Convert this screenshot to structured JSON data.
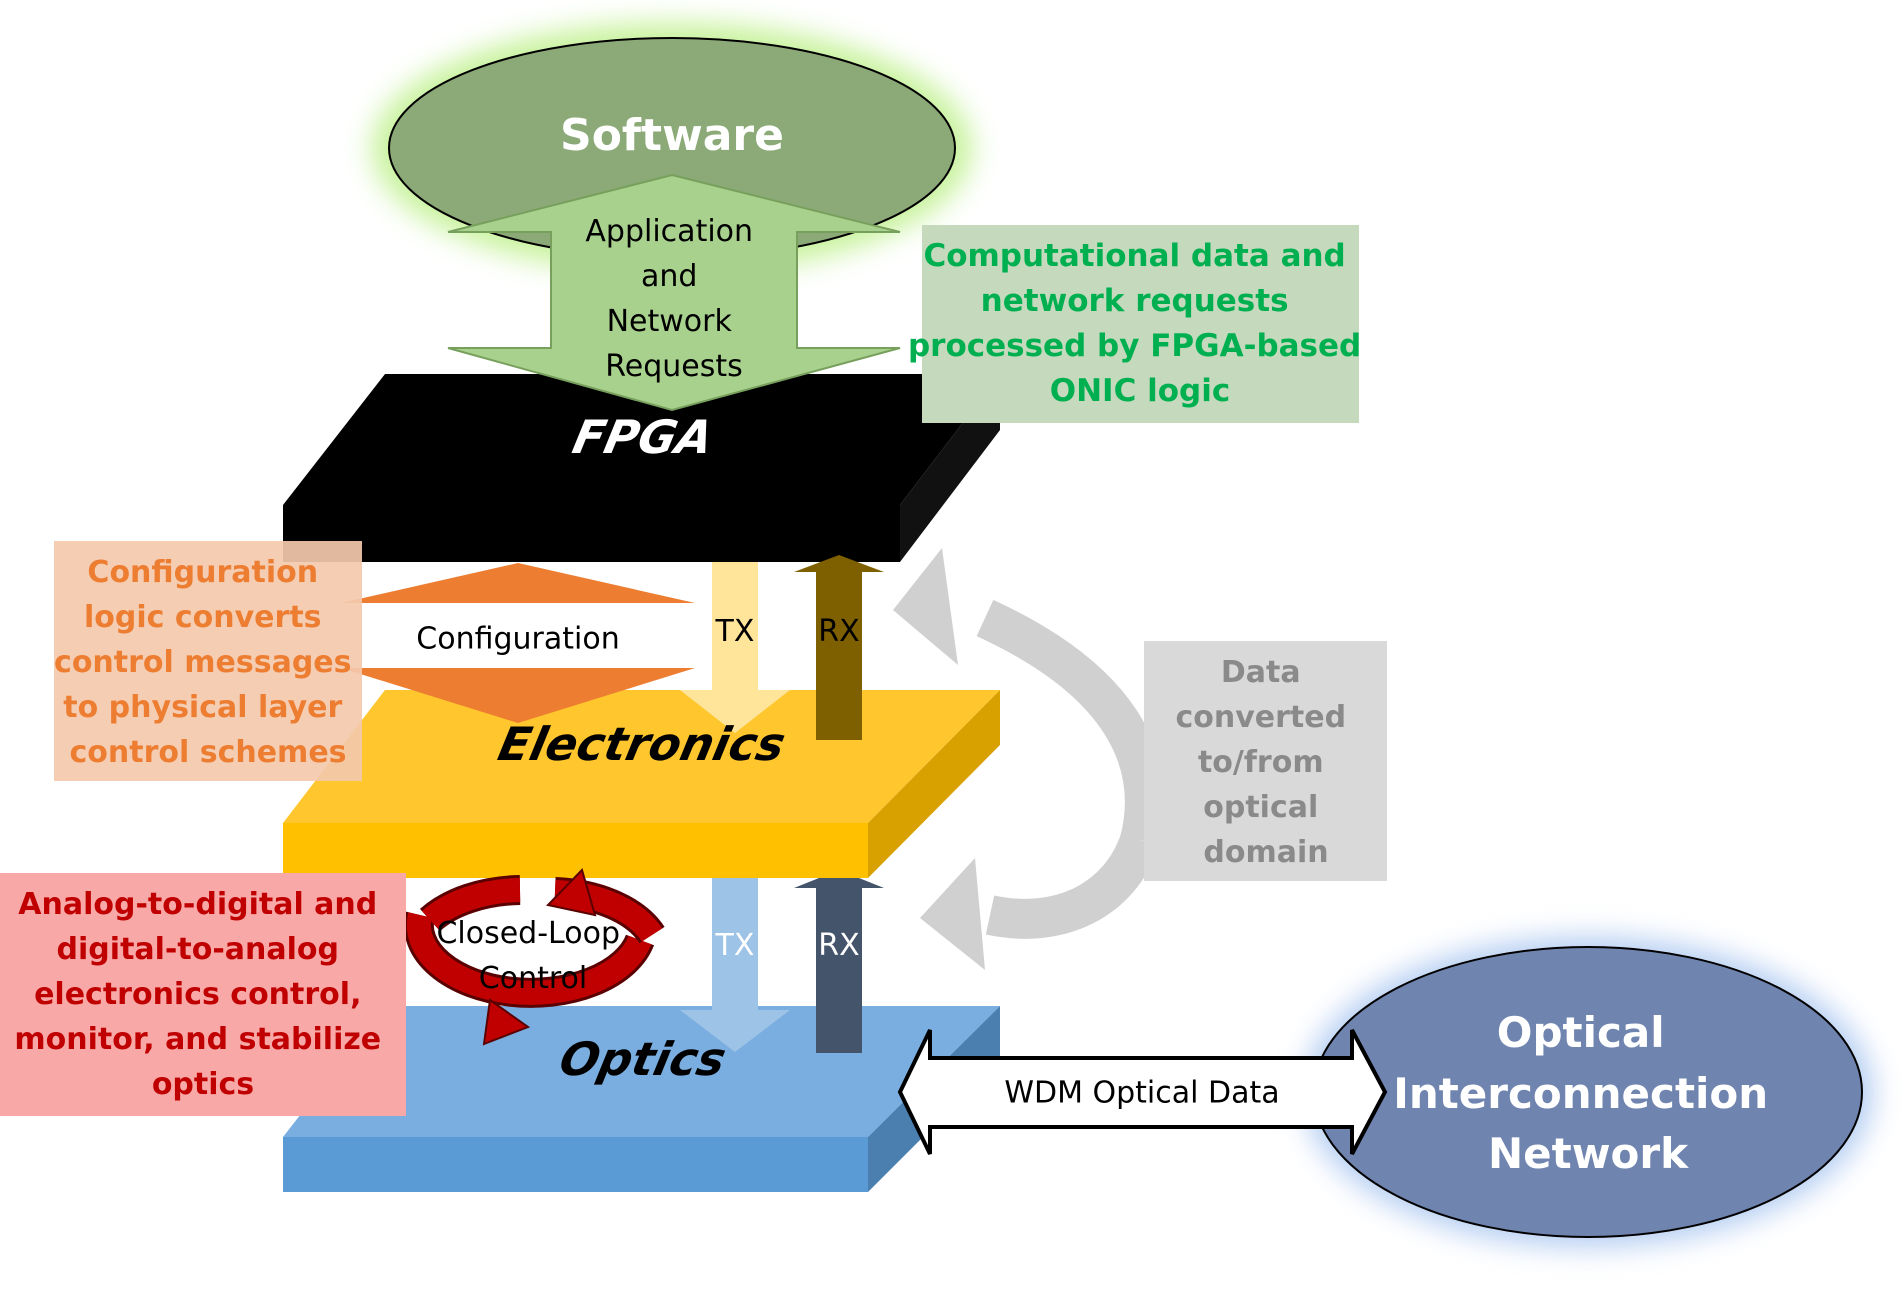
{
  "software": {
    "label": "Software"
  },
  "app_requests": {
    "lines": [
      "Application",
      "and",
      "Network",
      "Requests"
    ]
  },
  "fpga": {
    "label": "FPGA"
  },
  "electronics": {
    "label": "Electronics"
  },
  "optics": {
    "label": "Optics"
  },
  "configuration": {
    "label": "Configuration"
  },
  "tx_upper": {
    "label": "TX"
  },
  "rx_upper": {
    "label": "RX"
  },
  "tx_lower": {
    "label": "TX"
  },
  "rx_lower": {
    "label": "RX"
  },
  "closed_loop": {
    "lines": [
      "Closed-Loop",
      "Control"
    ]
  },
  "wdm": {
    "label": "WDM Optical Data"
  },
  "network": {
    "lines": [
      "Optical",
      "Interconnection",
      "Network"
    ]
  },
  "note_computational": {
    "lines": [
      "Computational data and",
      "network requests",
      "processed by FPGA-based",
      "ONIC logic"
    ]
  },
  "note_configuration": {
    "lines": [
      "Configuration",
      "logic converts",
      "control messages",
      "to physical layer",
      "control schemes"
    ]
  },
  "note_conversion": {
    "lines": [
      "Data",
      "converted",
      "to/from",
      "optical",
      "domain"
    ]
  },
  "note_analog": {
    "lines": [
      "Analog-to-digital and",
      "digital-to-analog",
      "electronics control,",
      "monitor, and stabilize",
      "optics"
    ]
  },
  "colors": {
    "software_fill": "#8caa78",
    "requests_arrow": "#a9d18e",
    "fpga": "#000000",
    "electronics_top": "#ffc62e",
    "electronics_front": "#ffc000",
    "electronics_side": "#d9a100",
    "optics_top": "#7aaee0",
    "optics_front": "#5b9bd5",
    "optics_side": "#4a7fb0",
    "config_arrow": "#ed7d31",
    "tx_upper": "#ffe599",
    "rx_upper": "#7f6000",
    "tx_lower": "#9dc3e6",
    "rx_lower": "#44546a",
    "closed_loop": "#c00000",
    "gray_arrow": "#d0d0d0",
    "network_fill": "#7084b0",
    "note_green_bg": "#c5d9bd",
    "note_green_text": "#00b050",
    "note_orange_bg": "#f3c9ad",
    "note_orange_text": "#ed7d31",
    "note_gray_bg": "#d9d9d9",
    "note_gray_text": "#8a8a8a",
    "note_red_bg": "#f8a9a7",
    "note_red_text": "#c00000"
  }
}
